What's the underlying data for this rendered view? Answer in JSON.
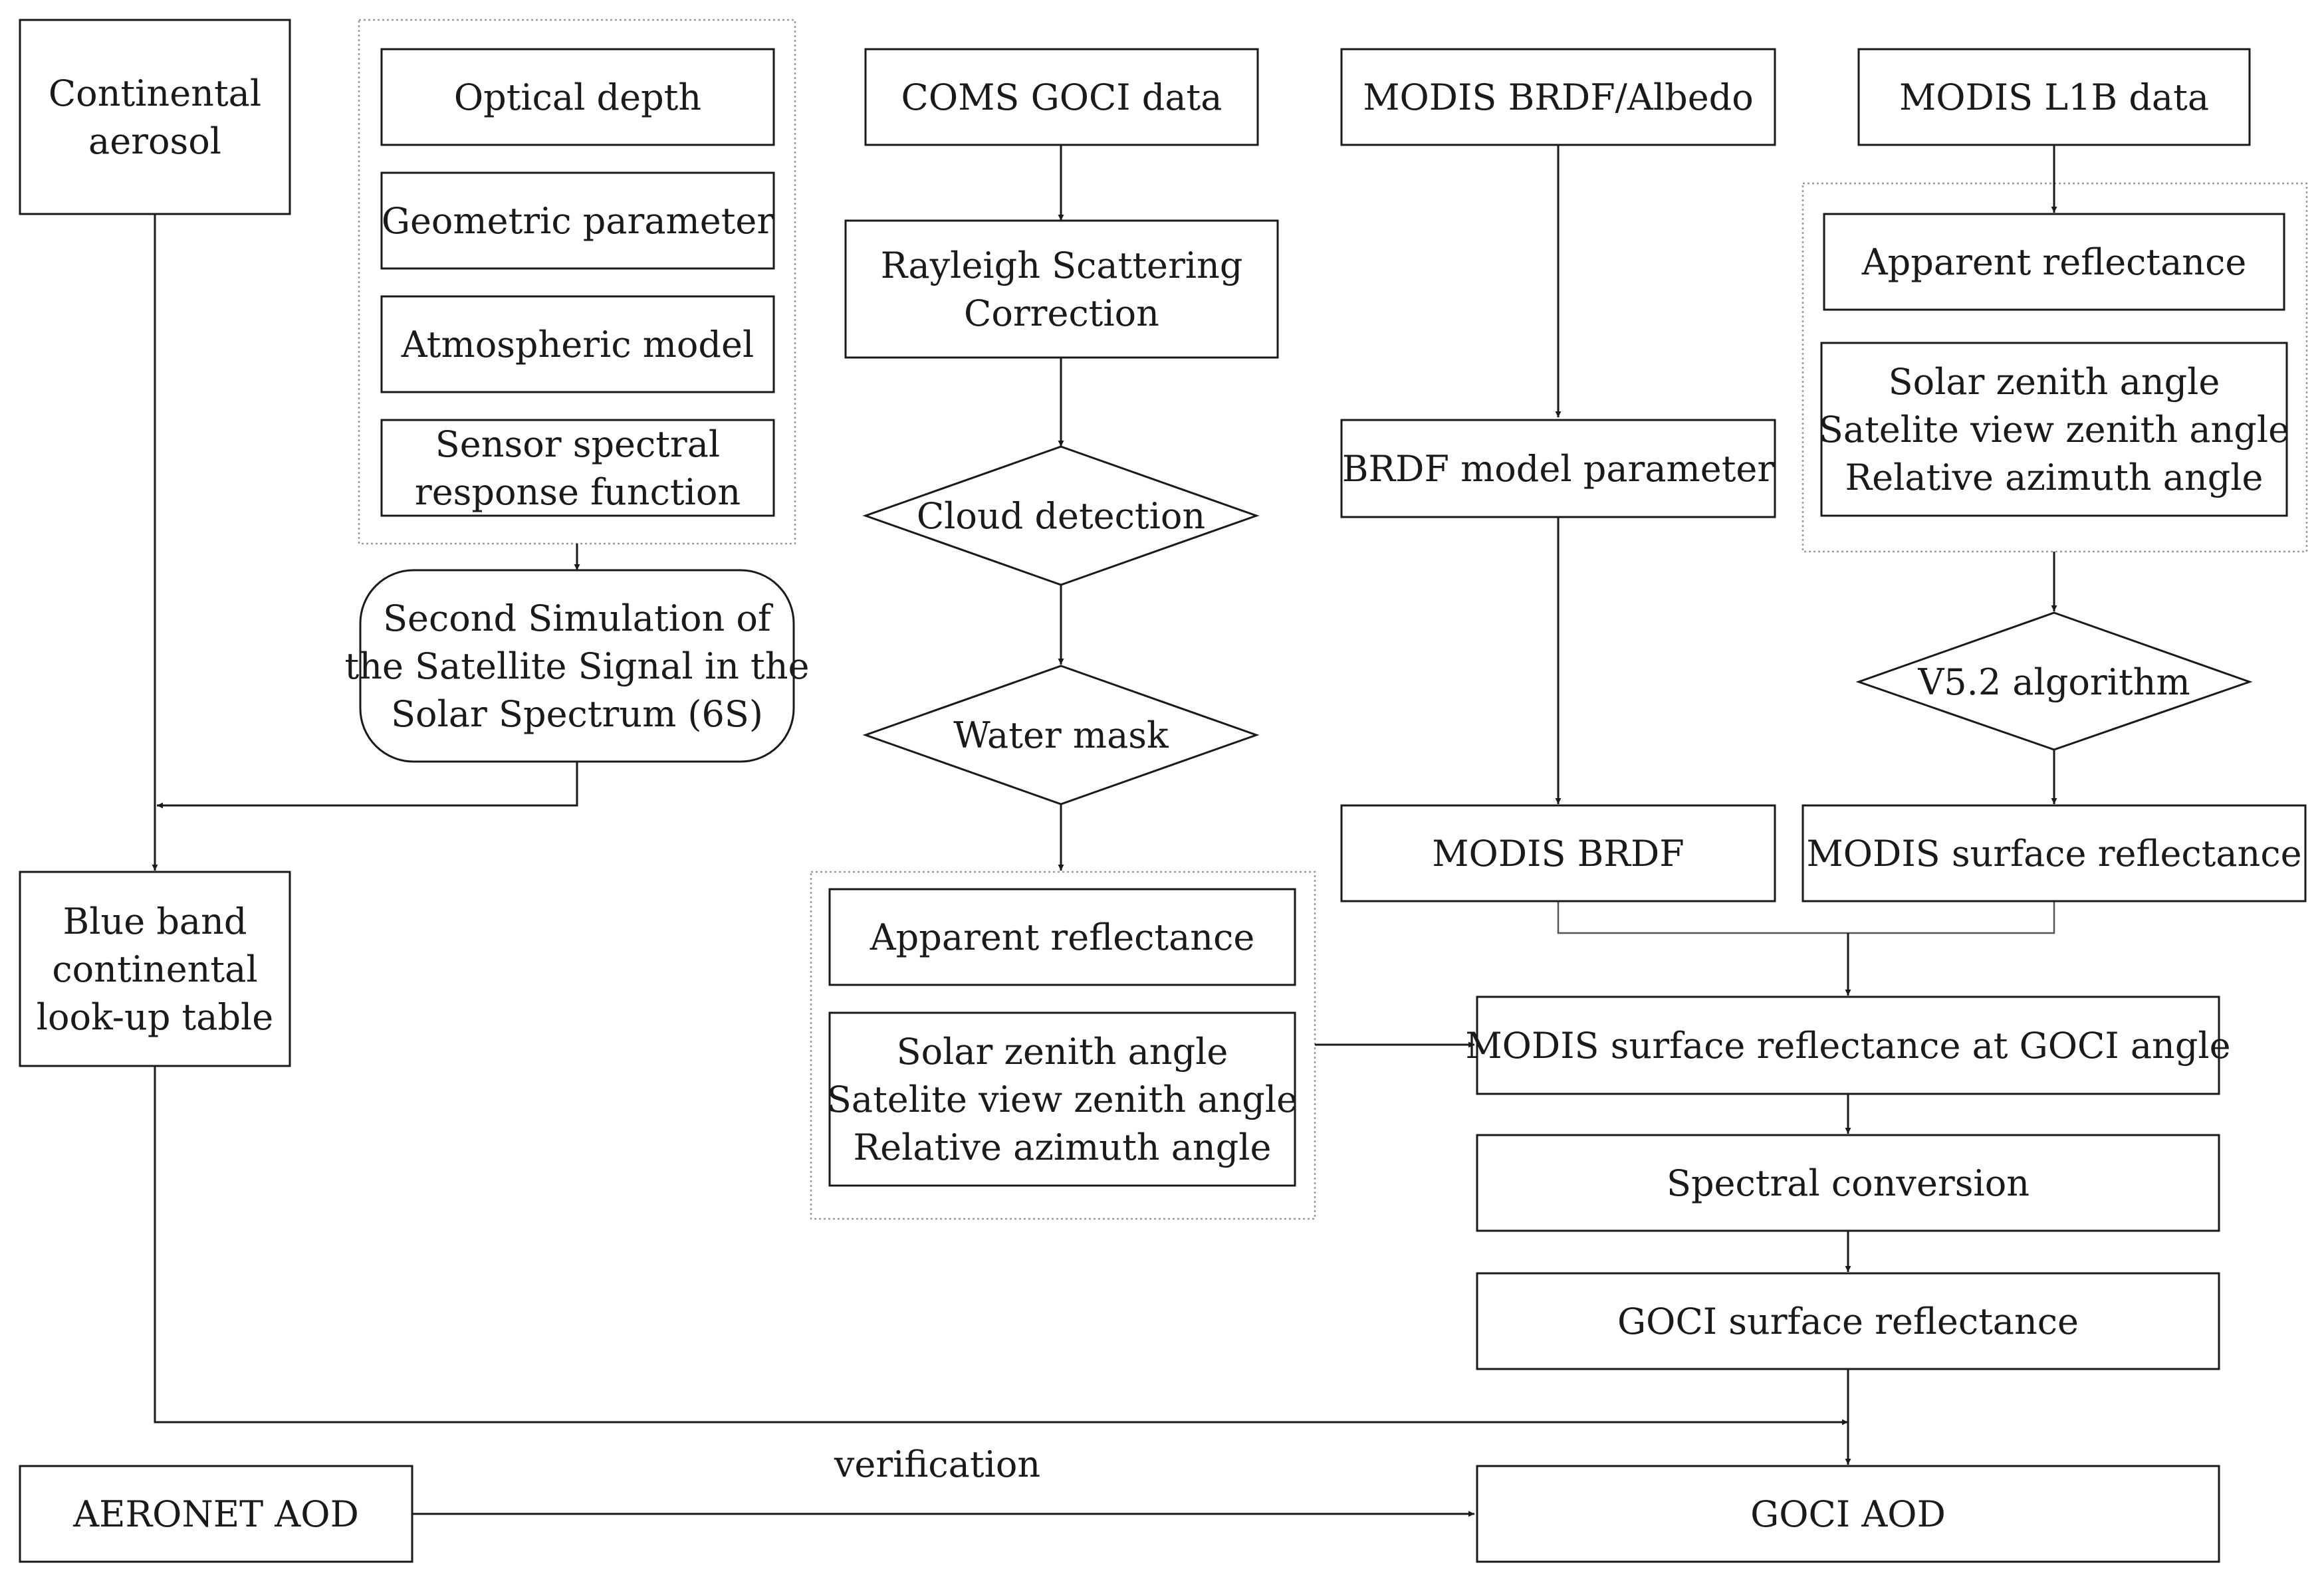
{
  "nodes": {
    "continental_aerosol": [
      "Continental",
      "aerosol"
    ],
    "optical_depth": [
      "Optical depth"
    ],
    "geometric_parameter": [
      "Geometric parameter"
    ],
    "atmospheric_model": [
      "Atmospheric model"
    ],
    "sensor_srf": [
      "Sensor spectral",
      "response function"
    ],
    "six_s": [
      "Second Simulation of",
      "the Satellite Signal in the",
      "Solar Spectrum (6S)"
    ],
    "blue_band_lut": [
      "Blue band",
      "continental",
      "look-up table"
    ],
    "coms_goci": [
      "COMS GOCI data"
    ],
    "rayleigh": [
      "Rayleigh Scattering",
      "Correction"
    ],
    "cloud_detection": [
      "Cloud detection"
    ],
    "water_mask": [
      "Water mask"
    ],
    "goci_apparent": [
      "Apparent reflectance"
    ],
    "goci_angles": [
      "Solar zenith angle",
      "Satelite view zenith angle",
      "Relative azimuth angle"
    ],
    "modis_brdf_albedo": [
      "MODIS BRDF/Albedo"
    ],
    "brdf_param": [
      "BRDF model parameter"
    ],
    "modis_brdf": [
      "MODIS BRDF"
    ],
    "modis_l1b": [
      "MODIS L1B data"
    ],
    "modis_apparent": [
      "Apparent reflectance"
    ],
    "modis_angles": [
      "Solar zenith angle",
      "Satelite view zenith angle",
      "Relative azimuth angle"
    ],
    "v52": [
      "V5.2 algorithm"
    ],
    "modis_sr": [
      "MODIS surface reflectance"
    ],
    "modis_sr_goci": [
      "MODIS surface reflectance at GOCI angle"
    ],
    "spectral_conversion": [
      "Spectral conversion"
    ],
    "goci_sr": [
      "GOCI surface reflectance"
    ],
    "aeronet": [
      "AERONET AOD"
    ],
    "goci_aod": [
      "GOCI AOD"
    ]
  },
  "edges": {
    "verification": "verification"
  }
}
